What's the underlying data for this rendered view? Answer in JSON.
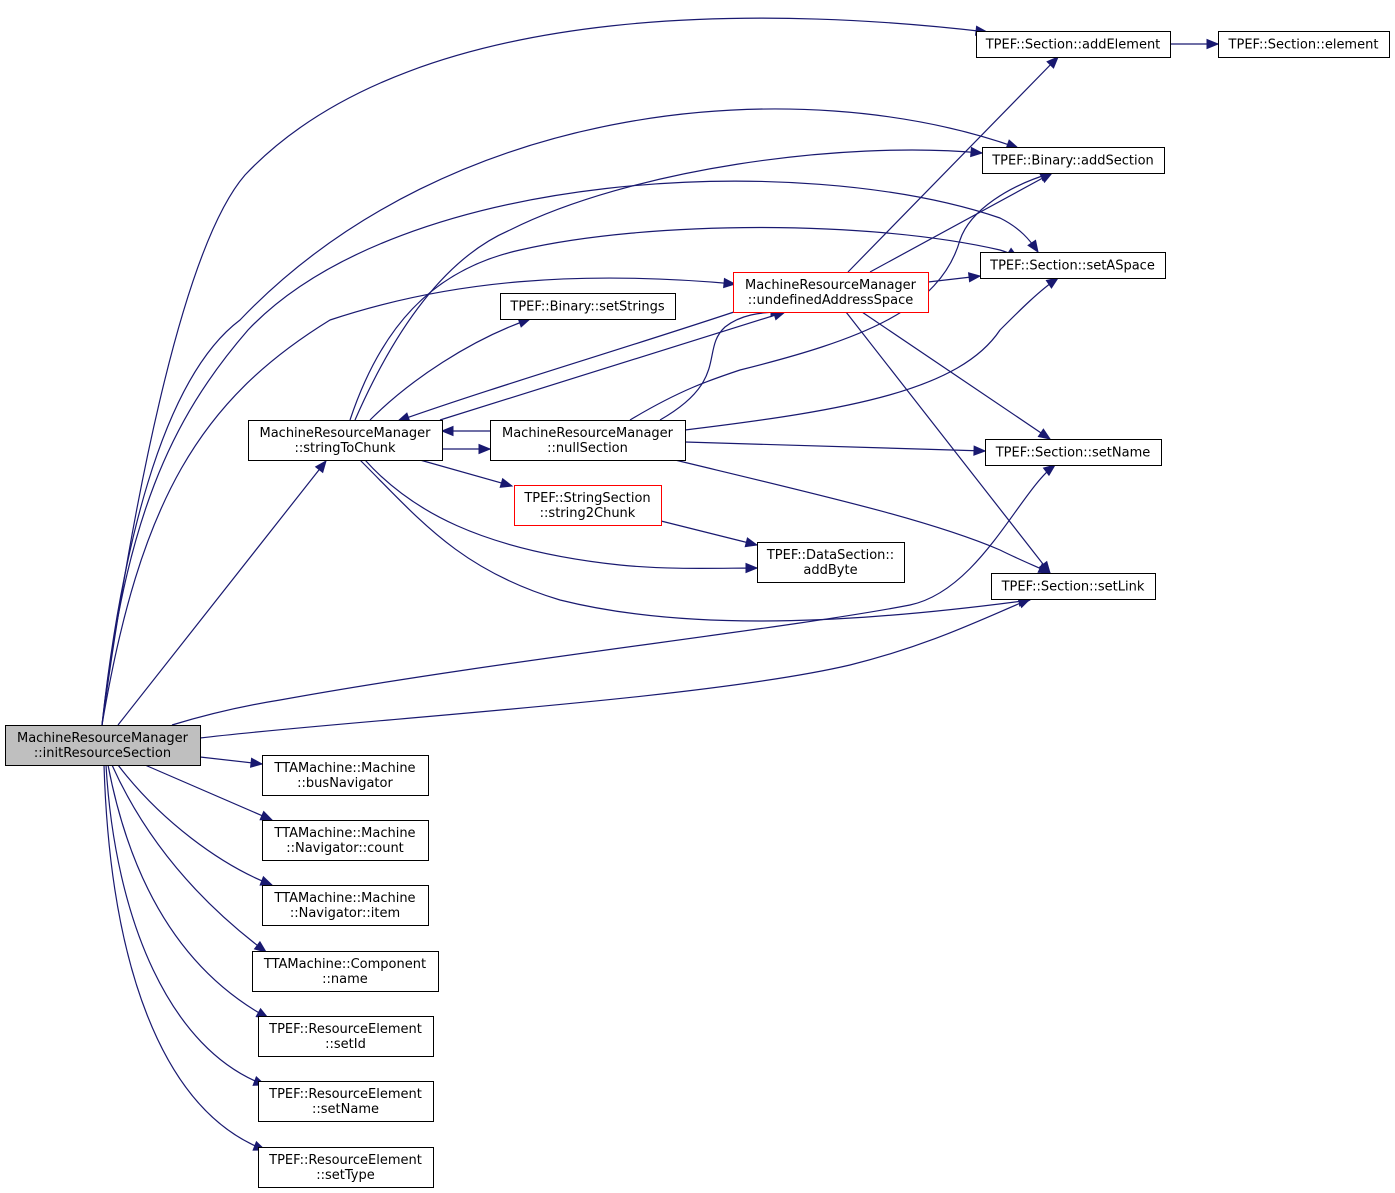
{
  "diagram": {
    "colors": {
      "edge": "#191970",
      "root_fill": "#bfbfbf",
      "highlight_border": "#ff0000"
    },
    "nodes": [
      {
        "id": "initResourceSection",
        "lines": [
          "MachineResourceManager",
          "::initResourceSection"
        ],
        "style": "root"
      },
      {
        "id": "addElement",
        "lines": [
          "TPEF::Section::addElement"
        ],
        "style": "normal"
      },
      {
        "id": "element",
        "lines": [
          "TPEF::Section::element"
        ],
        "style": "normal"
      },
      {
        "id": "addSection",
        "lines": [
          "TPEF::Binary::addSection"
        ],
        "style": "normal"
      },
      {
        "id": "setASpace",
        "lines": [
          "TPEF::Section::setASpace"
        ],
        "style": "normal"
      },
      {
        "id": "undefinedAddressSpace",
        "lines": [
          "MachineResourceManager",
          "::undefinedAddressSpace"
        ],
        "style": "red"
      },
      {
        "id": "setStrings",
        "lines": [
          "TPEF::Binary::setStrings"
        ],
        "style": "normal"
      },
      {
        "id": "stringToChunk",
        "lines": [
          "MachineResourceManager",
          "::stringToChunk"
        ],
        "style": "normal"
      },
      {
        "id": "nullSection",
        "lines": [
          "MachineResourceManager",
          "::nullSection"
        ],
        "style": "normal"
      },
      {
        "id": "setNameSection",
        "lines": [
          "TPEF::Section::setName"
        ],
        "style": "normal"
      },
      {
        "id": "string2Chunk",
        "lines": [
          "TPEF::StringSection",
          "::string2Chunk"
        ],
        "style": "red"
      },
      {
        "id": "addByte",
        "lines": [
          "TPEF::DataSection::",
          "addByte"
        ],
        "style": "normal"
      },
      {
        "id": "setLink",
        "lines": [
          "TPEF::Section::setLink"
        ],
        "style": "normal"
      },
      {
        "id": "busNavigator",
        "lines": [
          "TTAMachine::Machine",
          "::busNavigator"
        ],
        "style": "normal"
      },
      {
        "id": "navCount",
        "lines": [
          "TTAMachine::Machine",
          "::Navigator::count"
        ],
        "style": "normal"
      },
      {
        "id": "navItem",
        "lines": [
          "TTAMachine::Machine",
          "::Navigator::item"
        ],
        "style": "normal"
      },
      {
        "id": "compName",
        "lines": [
          "TTAMachine::Component",
          "::name"
        ],
        "style": "normal"
      },
      {
        "id": "resSetId",
        "lines": [
          "TPEF::ResourceElement",
          "::setId"
        ],
        "style": "normal"
      },
      {
        "id": "resSetName",
        "lines": [
          "TPEF::ResourceElement",
          "::setName"
        ],
        "style": "normal"
      },
      {
        "id": "resSetType",
        "lines": [
          "TPEF::ResourceElement",
          "::setType"
        ],
        "style": "normal"
      }
    ],
    "edges": [
      {
        "from": "initResourceSection",
        "to": "addElement"
      },
      {
        "from": "initResourceSection",
        "to": "addSection"
      },
      {
        "from": "initResourceSection",
        "to": "setASpace"
      },
      {
        "from": "initResourceSection",
        "to": "undefinedAddressSpace"
      },
      {
        "from": "initResourceSection",
        "to": "stringToChunk"
      },
      {
        "from": "initResourceSection",
        "to": "setNameSection"
      },
      {
        "from": "initResourceSection",
        "to": "setLink"
      },
      {
        "from": "initResourceSection",
        "to": "busNavigator"
      },
      {
        "from": "initResourceSection",
        "to": "navCount"
      },
      {
        "from": "initResourceSection",
        "to": "navItem"
      },
      {
        "from": "initResourceSection",
        "to": "compName"
      },
      {
        "from": "initResourceSection",
        "to": "resSetId"
      },
      {
        "from": "initResourceSection",
        "to": "resSetName"
      },
      {
        "from": "initResourceSection",
        "to": "resSetType"
      },
      {
        "from": "addElement",
        "to": "element"
      },
      {
        "from": "undefinedAddressSpace",
        "to": "addElement"
      },
      {
        "from": "undefinedAddressSpace",
        "to": "addSection"
      },
      {
        "from": "undefinedAddressSpace",
        "to": "setASpace"
      },
      {
        "from": "undefinedAddressSpace",
        "to": "setNameSection"
      },
      {
        "from": "undefinedAddressSpace",
        "to": "setLink"
      },
      {
        "from": "undefinedAddressSpace",
        "to": "stringToChunk"
      },
      {
        "from": "stringToChunk",
        "to": "addSection"
      },
      {
        "from": "stringToChunk",
        "to": "setASpace"
      },
      {
        "from": "stringToChunk",
        "to": "undefinedAddressSpace"
      },
      {
        "from": "stringToChunk",
        "to": "setStrings"
      },
      {
        "from": "stringToChunk",
        "to": "nullSection"
      },
      {
        "from": "stringToChunk",
        "to": "string2Chunk"
      },
      {
        "from": "stringToChunk",
        "to": "addByte"
      },
      {
        "from": "stringToChunk",
        "to": "setLink"
      },
      {
        "from": "nullSection",
        "to": "stringToChunk"
      },
      {
        "from": "nullSection",
        "to": "undefinedAddressSpace"
      },
      {
        "from": "nullSection",
        "to": "addSection"
      },
      {
        "from": "nullSection",
        "to": "setASpace"
      },
      {
        "from": "nullSection",
        "to": "setNameSection"
      },
      {
        "from": "nullSection",
        "to": "setLink"
      },
      {
        "from": "string2Chunk",
        "to": "addByte"
      }
    ]
  }
}
